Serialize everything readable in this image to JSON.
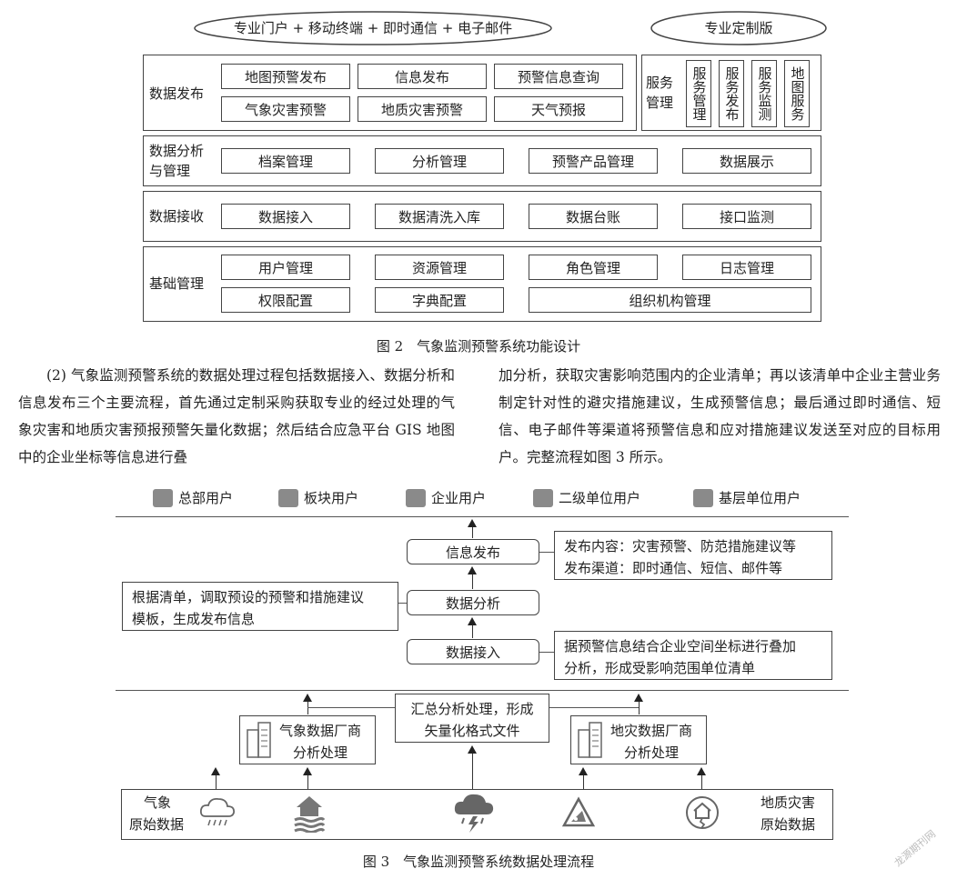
{
  "fig2": {
    "top_oval": "专业门户 + 移动终端 + 即时通信 + 电子邮件",
    "right_oval": "专业定制版",
    "rows": [
      {
        "label": "数据发布",
        "items": [
          "地图预警发布",
          "信息发布",
          "预警信息查询",
          "气象灾害预警",
          "地质灾害预警",
          "天气预报"
        ]
      },
      {
        "label_line1": "数据分析",
        "label_line2": "与管理",
        "items": [
          "档案管理",
          "分析管理",
          "预警产品管理",
          "数据展示"
        ]
      },
      {
        "label": "数据接收",
        "items": [
          "数据接入",
          "数据清洗入库",
          "数据台账",
          "接口监测"
        ]
      },
      {
        "label": "基础管理",
        "items": [
          "用户管理",
          "资源管理",
          "角色管理",
          "日志管理",
          "权限配置",
          "字典配置",
          "组织机构管理"
        ]
      }
    ],
    "service": {
      "label_line1": "服务",
      "label_line2": "管理",
      "items": [
        "服务管理",
        "服务发布",
        "服务监测",
        "地图服务"
      ]
    },
    "caption": "图 2　气象监测预警系统功能设计"
  },
  "paragraph": {
    "left": "(2) 气象监测预警系统的数据处理过程包括数据接入、数据分析和信息发布三个主要流程，首先通过定制采购获取专业的经过处理的气象灾害和地质灾害预报预警矢量化数据；然后结合应急平台 GIS 地图中的企业坐标等信息进行叠",
    "right": "加分析，获取灾害影响范围内的企业清单；再以该清单中企业主营业务制定针对性的避灾措施建议，生成预警信息；最后通过即时通信、短信、电子邮件等渠道将预警信息和应对措施建议发送至对应的目标用户。完整流程如图 3 所示。"
  },
  "fig3": {
    "users": [
      "总部用户",
      "板块用户",
      "企业用户",
      "二级单位用户",
      "基层单位用户"
    ],
    "steps": [
      "信息发布",
      "数据分析",
      "数据接入"
    ],
    "note_publish_1": "发布内容：灾害预警、防范措施建议等",
    "note_publish_2": "发布渠道：即时通信、短信、邮件等",
    "note_analysis_1": "根据清单，调取预设的预警和措施建议",
    "note_analysis_2": "模板，生成发布信息",
    "note_ingest_1": "据预警信息结合企业空间坐标进行叠加",
    "note_ingest_2": "分析，形成受影响范围单位清单",
    "center_note_1": "汇总分析处理，形成",
    "center_note_2": "矢量化格式文件",
    "left_vendor_1": "气象数据厂商",
    "left_vendor_2": "分析处理",
    "right_vendor_1": "地灾数据厂商",
    "right_vendor_2": "分析处理",
    "left_source_1": "气象",
    "left_source_2": "原始数据",
    "right_source_1": "地质灾害",
    "right_source_2": "原始数据",
    "caption": "图 3　气象监测预警系统数据处理流程"
  },
  "watermark": "龙源期刊网"
}
